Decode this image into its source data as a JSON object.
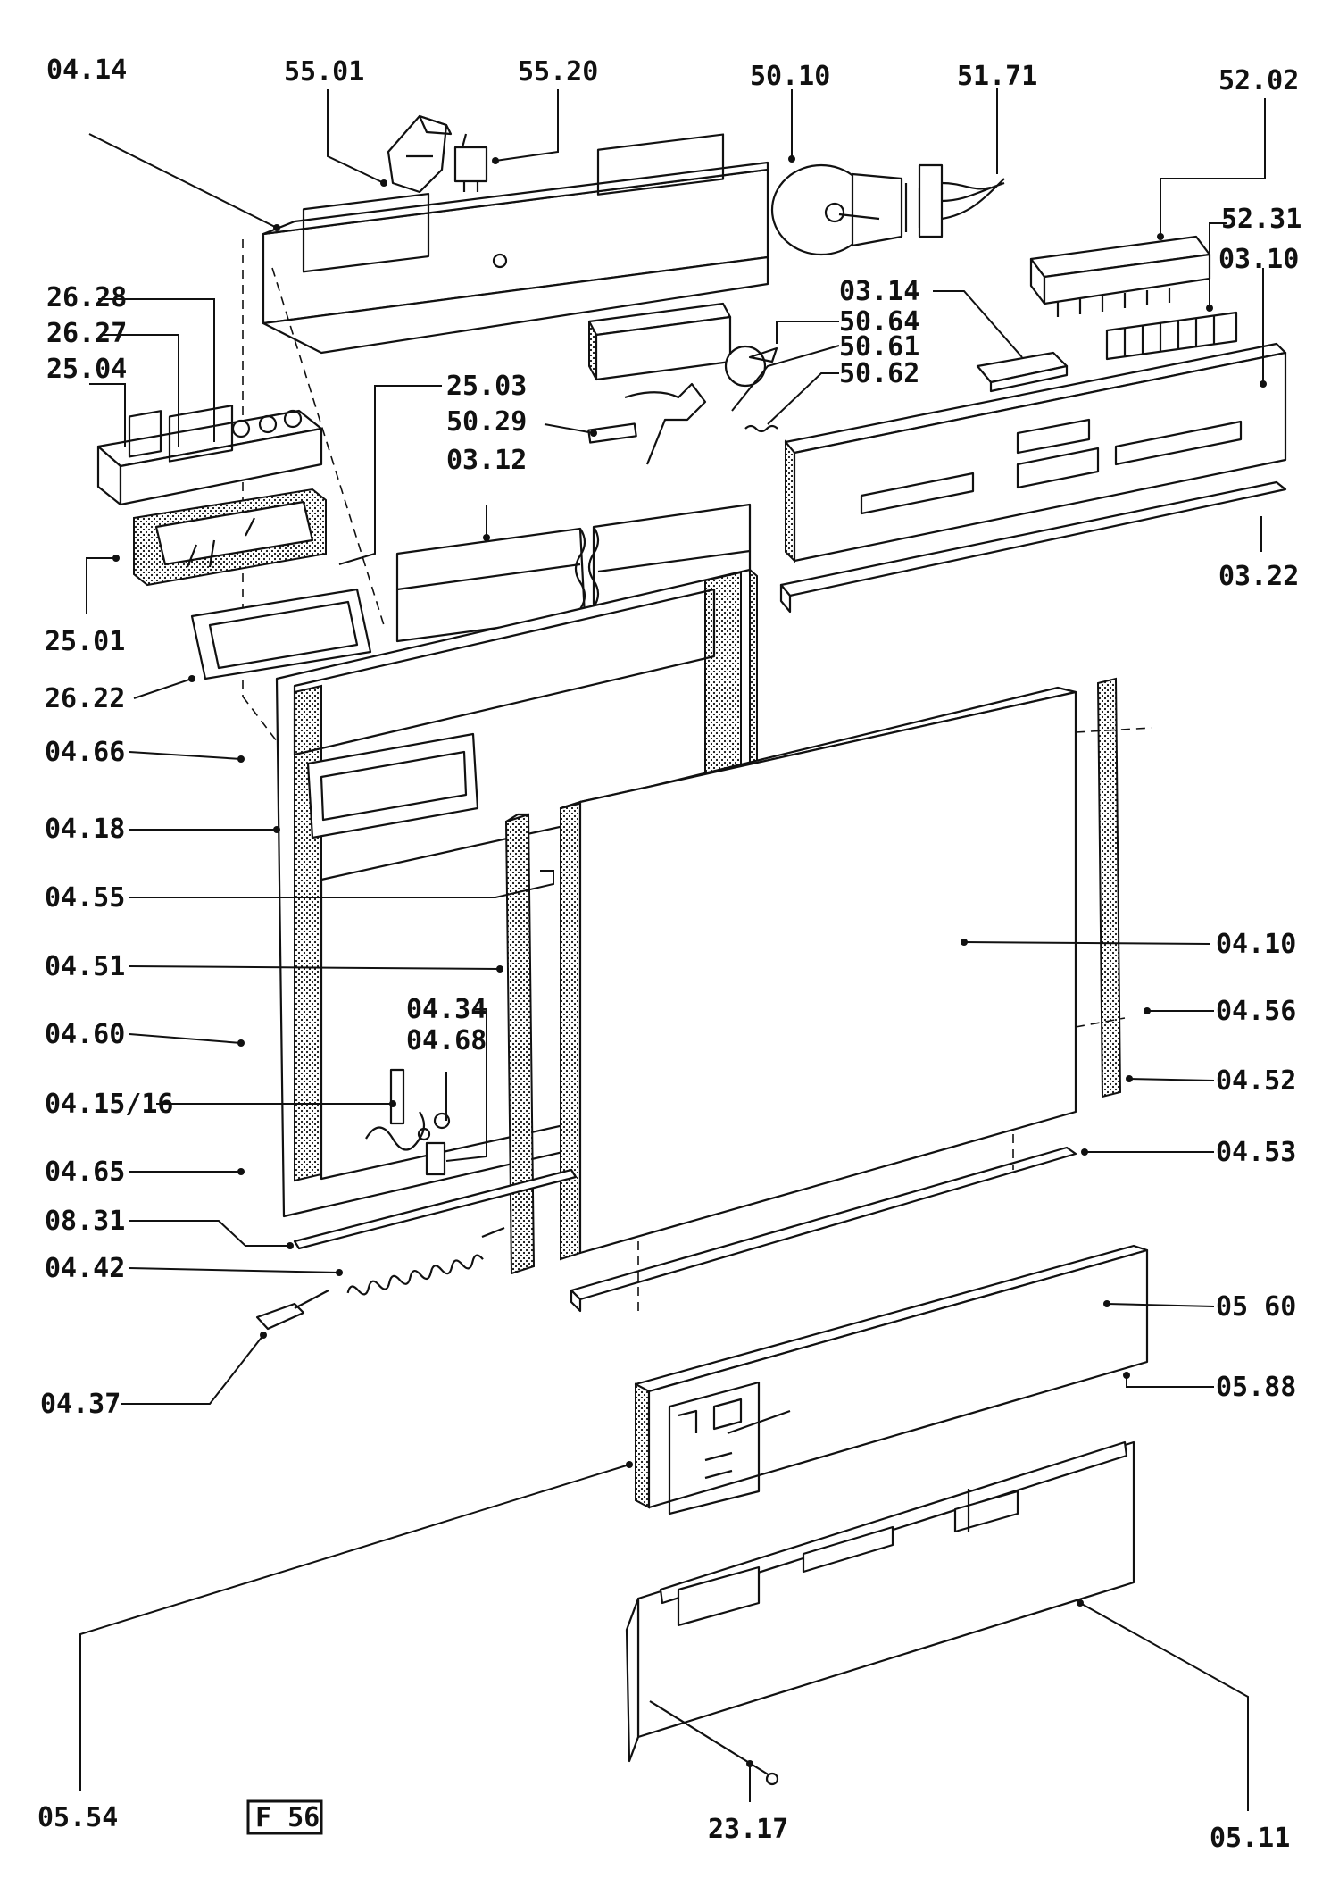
{
  "figure_label": "F 56",
  "colors": {
    "ink": "#111111",
    "paper": "#ffffff"
  },
  "parts": [
    {
      "id": "04.14"
    },
    {
      "id": "55.01"
    },
    {
      "id": "55.20"
    },
    {
      "id": "50.10"
    },
    {
      "id": "51.71"
    },
    {
      "id": "52.02"
    },
    {
      "id": "52.31"
    },
    {
      "id": "03.10"
    },
    {
      "id": "26.28"
    },
    {
      "id": "26.27"
    },
    {
      "id": "25.04"
    },
    {
      "id": "25.03"
    },
    {
      "id": "50.29"
    },
    {
      "id": "03.12"
    },
    {
      "id": "03.14"
    },
    {
      "id": "50.64"
    },
    {
      "id": "50.61"
    },
    {
      "id": "50.62"
    },
    {
      "id": "25.01"
    },
    {
      "id": "03.22"
    },
    {
      "id": "26.22"
    },
    {
      "id": "04.66"
    },
    {
      "id": "04.18"
    },
    {
      "id": "04.55"
    },
    {
      "id": "04.51"
    },
    {
      "id": "04.10"
    },
    {
      "id": "04.34"
    },
    {
      "id": "04.68"
    },
    {
      "id": "04.60"
    },
    {
      "id": "04.56"
    },
    {
      "id": "04.15/16"
    },
    {
      "id": "04.52"
    },
    {
      "id": "04.65"
    },
    {
      "id": "04.53"
    },
    {
      "id": "08.31"
    },
    {
      "id": "04.42"
    },
    {
      "id": "05 60"
    },
    {
      "id": "04.37"
    },
    {
      "id": "05.88"
    },
    {
      "id": "05.54"
    },
    {
      "id": "23.17"
    },
    {
      "id": "05.11"
    }
  ]
}
